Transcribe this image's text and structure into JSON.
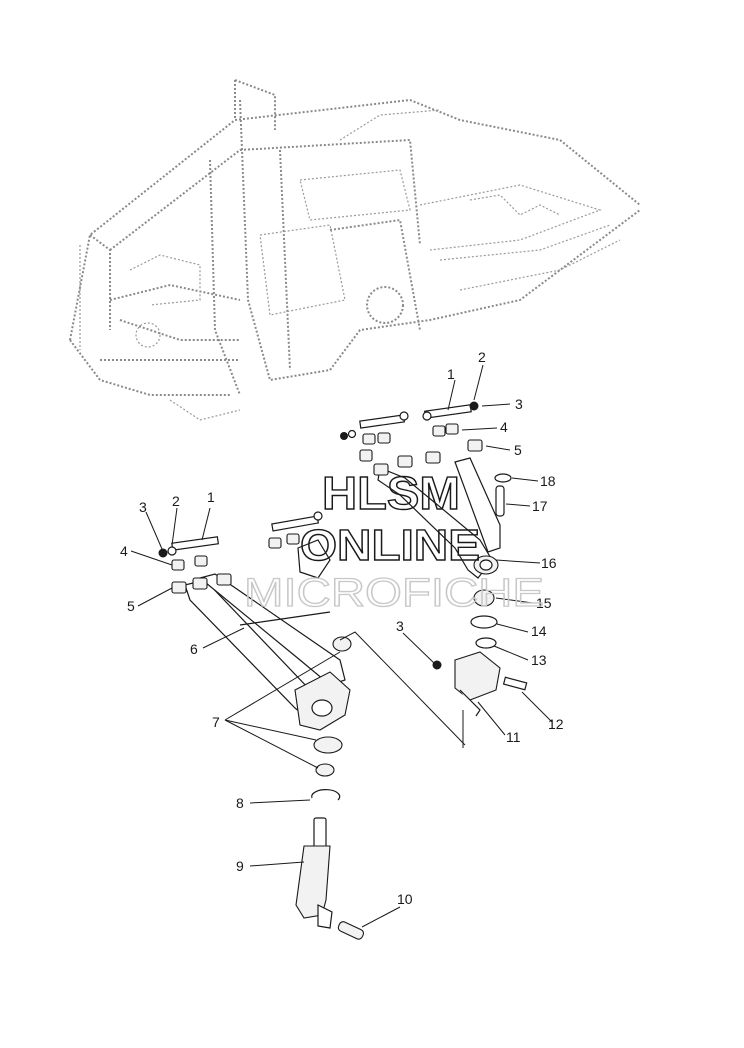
{
  "watermark": {
    "line1": "HLSM",
    "line2": "ONLINE",
    "line3": "MICROFICHE"
  },
  "callouts": [
    {
      "id": "c1a",
      "text": "1"
    },
    {
      "id": "c2a",
      "text": "2"
    },
    {
      "id": "c3a",
      "text": "3"
    },
    {
      "id": "c4a",
      "text": "4"
    },
    {
      "id": "c5a",
      "text": "5"
    },
    {
      "id": "c18",
      "text": "18"
    },
    {
      "id": "c17",
      "text": "17"
    },
    {
      "id": "c16",
      "text": "16"
    },
    {
      "id": "c15",
      "text": "15"
    },
    {
      "id": "c14",
      "text": "14"
    },
    {
      "id": "c13",
      "text": "13"
    },
    {
      "id": "c12",
      "text": "12"
    },
    {
      "id": "c11",
      "text": "11"
    },
    {
      "id": "c3c",
      "text": "3"
    },
    {
      "id": "c1b",
      "text": "1"
    },
    {
      "id": "c2b",
      "text": "2"
    },
    {
      "id": "c3b",
      "text": "3"
    },
    {
      "id": "c4b",
      "text": "4"
    },
    {
      "id": "c5b",
      "text": "5"
    },
    {
      "id": "c6",
      "text": "6"
    },
    {
      "id": "c7",
      "text": "7"
    },
    {
      "id": "c8",
      "text": "8"
    },
    {
      "id": "c9",
      "text": "9"
    },
    {
      "id": "c10",
      "text": "10"
    }
  ]
}
